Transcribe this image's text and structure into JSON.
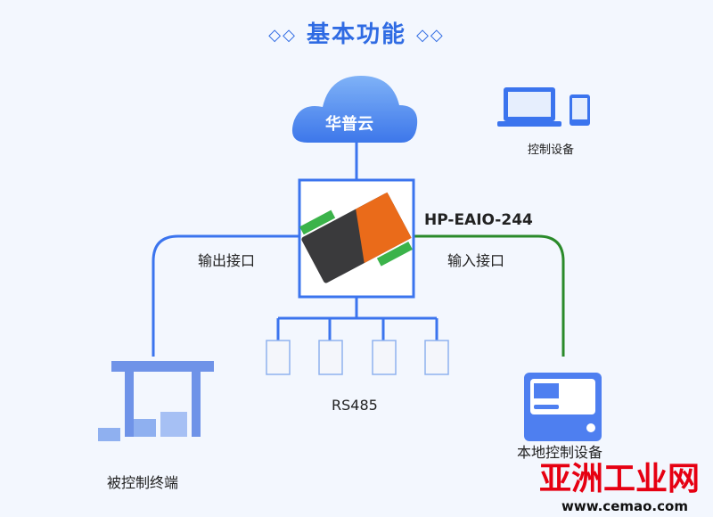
{
  "title": "基本功能",
  "title_deco": "◇◇",
  "cloud": {
    "label": "华普云"
  },
  "control_device": {
    "label": "控制设备"
  },
  "gateway": {
    "model": "HP-EAIO-244"
  },
  "output": {
    "label": "输出接口"
  },
  "input": {
    "label": "输入接口"
  },
  "bus": {
    "label": "RS485"
  },
  "terminal": {
    "label": "被控制终端"
  },
  "local_device": {
    "label": "本地控制设备"
  },
  "watermark": {
    "text": "亚洲工业网",
    "url": "www.cemao.com"
  },
  "colors": {
    "blue": "#3b74ee",
    "green": "#2a8a2a",
    "title": "#2f6be3"
  }
}
